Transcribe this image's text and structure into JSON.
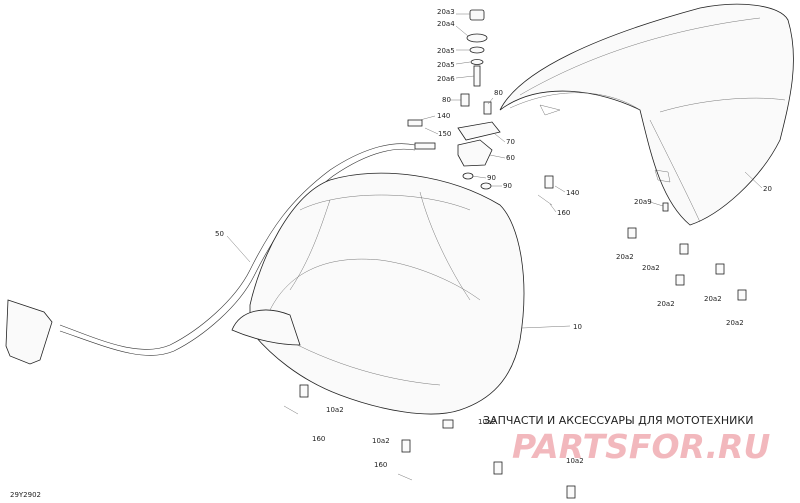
{
  "diagram_code": "29Y2902",
  "watermark": {
    "tagline": "ЗАПЧАСТИ И АКСЕССУАРЫ ДЛЯ МОТОТЕХНИКИ",
    "brand": "PARTSFOR.RU",
    "colors": {
      "brand": "#f2b8bd",
      "tagline": "#222222"
    }
  },
  "callouts": {
    "c_20a3": "20a3",
    "c_20a4": "20a4",
    "c_20a5": "20a5",
    "c_20a5b": "20a5",
    "c_20a6": "20a6",
    "c_80a": "80",
    "c_80b": "80",
    "c_140a": "140",
    "c_150": "150",
    "c_70": "70",
    "c_60": "60",
    "c_90a": "90",
    "c_90b": "90",
    "c_140b": "140",
    "c_160a": "160",
    "c_20": "20",
    "c_20a9": "20a9",
    "c_20a2a": "20a2",
    "c_20a2b": "20a2",
    "c_20a2c": "20a2",
    "c_20a2d": "20a2",
    "c_20a2e": "20a2",
    "c_50": "50",
    "c_10": "10",
    "c_10a2a": "10a2",
    "c_160b": "160",
    "c_10a2b": "10a2",
    "c_10a2c": "10a2",
    "c_160c": "160",
    "c_10a2d": "10a2"
  }
}
